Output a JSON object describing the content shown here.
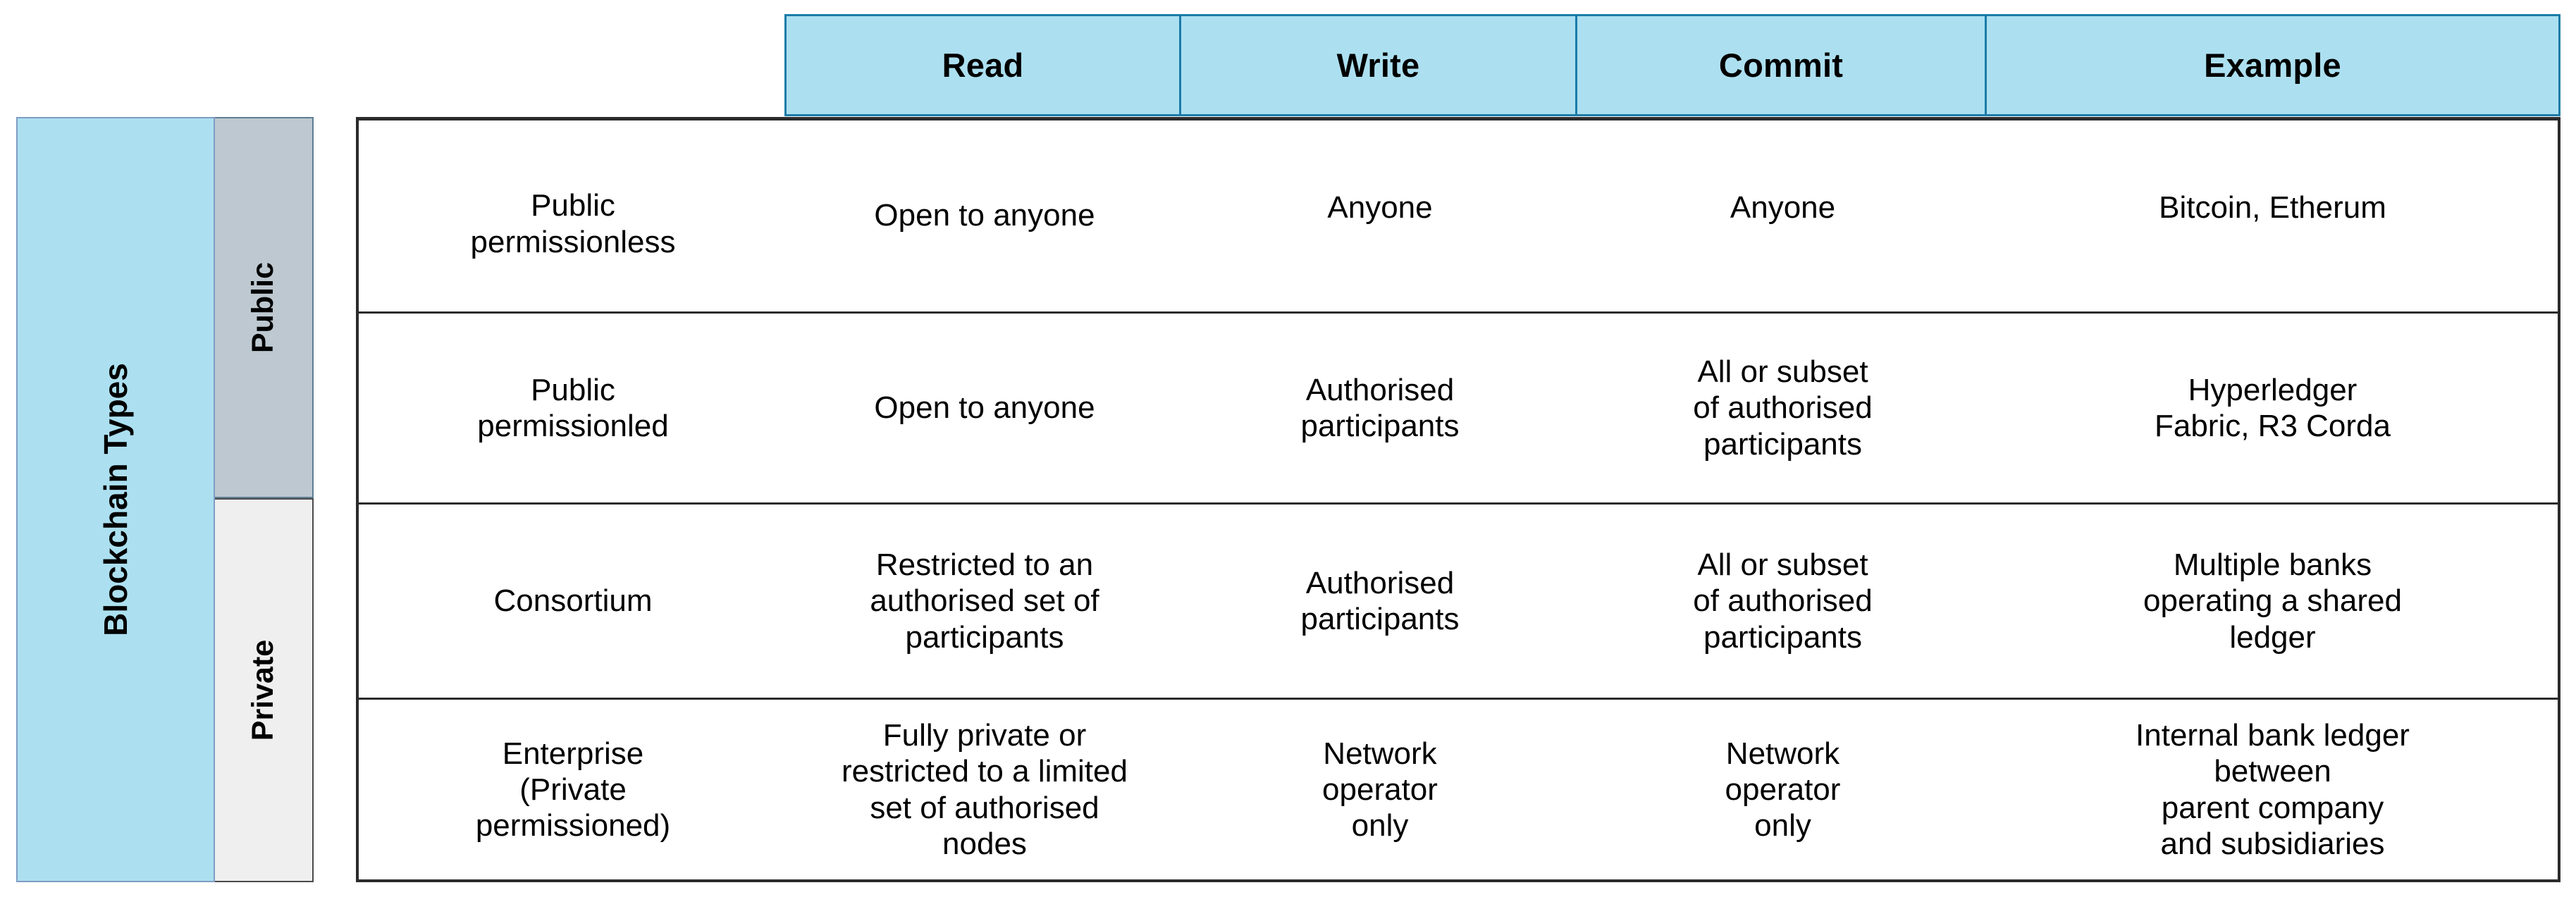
{
  "figure": {
    "row_label_header": "Blockchain Types",
    "groups": [
      {
        "key": "public",
        "label": "Public"
      },
      {
        "key": "private",
        "label": "Private"
      }
    ],
    "colors": {
      "header_fill": "#ace0f0",
      "header_border": "#1b7ba8",
      "type_panel_fill": "#ace0f0",
      "type_panel_border": "#7f9dc4",
      "public_fill": "#bdc8d0",
      "private_fill": "#efefef",
      "table_border": "#2b2b2b",
      "text": "#000000"
    }
  },
  "chart_data": {
    "type": "table",
    "title": "Blockchain Types",
    "row_group_label": "Blockchain Types",
    "columns": [
      "",
      "Read",
      "Write",
      "Commit",
      "Example"
    ],
    "row_groups": [
      {
        "group": "Public",
        "rows": [
          {
            "type": "Public permissionless",
            "read": "Open to anyone",
            "write": "Anyone",
            "commit": "Anyone",
            "example": "Bitcoin, Etherum"
          },
          {
            "type": "Public permissionled",
            "read": "Open to anyone",
            "write": "Authorised participants",
            "commit": "All or subset of authorised participants",
            "example": "Hyperledger Fabric, R3 Corda"
          }
        ]
      },
      {
        "group": "Private",
        "rows": [
          {
            "type": "Consortium",
            "read": "Restricted to an authorised set of participants",
            "write": "Authorised participants",
            "commit": "All or subset of authorised participants",
            "example": "Multiple banks operating a shared ledger"
          },
          {
            "type": "Enterprise (Private permissioned)",
            "read": "Fully private or restricted to a limited set of authorised nodes",
            "write": "Network operator only",
            "commit": "Network operator only",
            "example": "Internal bank ledger between parent company and subsidiaries"
          }
        ]
      }
    ]
  },
  "header": {
    "columns": [
      {
        "key": "read",
        "label": "Read"
      },
      {
        "key": "write",
        "label": "Write"
      },
      {
        "key": "commit",
        "label": "Commit"
      },
      {
        "key": "example",
        "label": "Example"
      }
    ]
  },
  "rows": [
    {
      "type": "Public\npermissionless",
      "read": "Open to anyone",
      "write": "Anyone",
      "commit": "Anyone",
      "example": "Bitcoin, Etherum"
    },
    {
      "type": "Public\npermissionled",
      "read": "Open to anyone",
      "write": "Authorised\nparticipants",
      "commit": "All or subset\nof authorised\nparticipants",
      "example": "Hyperledger\nFabric, R3 Corda"
    },
    {
      "type": "Consortium",
      "read": "Restricted to an\nauthorised set of\nparticipants",
      "write": "Authorised\nparticipants",
      "commit": "All or subset\nof authorised\nparticipants",
      "example": "Multiple banks\noperating a shared\nledger"
    },
    {
      "type": "Enterprise\n(Private\npermissioned)",
      "read": "Fully private or\nrestricted to a limited\nset of authorised\nnodes",
      "write": "Network\noperator\nonly",
      "commit": "Network\noperator\nonly",
      "example": "Internal bank ledger\nbetween\nparent company\nand subsidiaries"
    }
  ]
}
